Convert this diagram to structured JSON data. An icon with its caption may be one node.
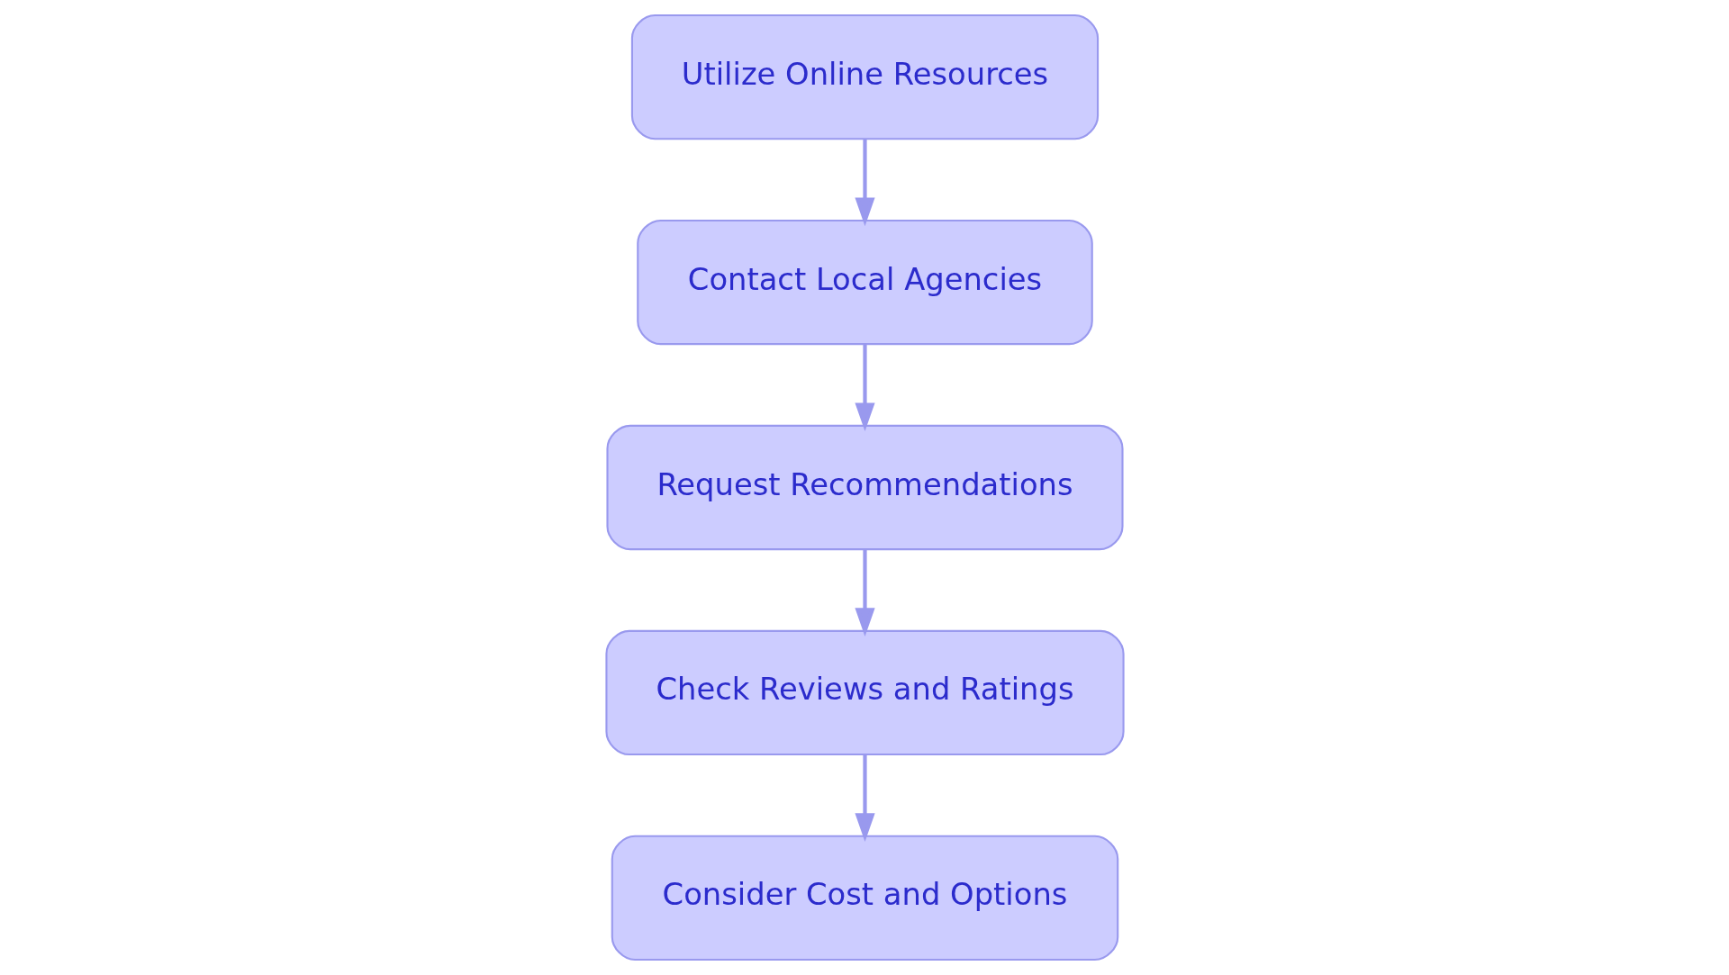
{
  "diagram": {
    "nodes": [
      {
        "text": [
          "Utilize Online Resources"
        ]
      },
      {
        "text": [
          "Contact Local Agencies"
        ]
      },
      {
        "text": [
          "Request Recommendations"
        ]
      },
      {
        "text": [
          "Check Reviews and Ratings"
        ]
      },
      {
        "text": [
          "Consider Cost and Options"
        ]
      }
    ],
    "edges": [
      {
        "from": 0,
        "to": 1,
        "arrow": "to"
      },
      {
        "from": 1,
        "to": 2,
        "arrow": "to"
      },
      {
        "from": 2,
        "to": 3,
        "arrow": "to"
      },
      {
        "from": 3,
        "to": 4,
        "arrow": "to"
      }
    ]
  }
}
